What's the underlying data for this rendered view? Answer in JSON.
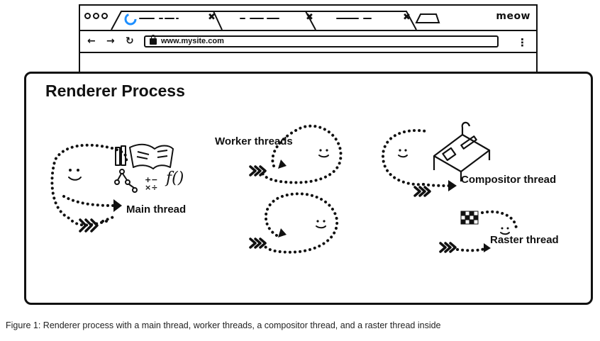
{
  "browser": {
    "brand": "meow",
    "url": "www.mysite.com"
  },
  "renderer": {
    "title": "Renderer Process",
    "threads": {
      "main": "Main thread",
      "worker": "Worker threads",
      "compositor": "Compositor thread",
      "raster": "Raster thread"
    }
  },
  "caption": "Figure 1: Renderer process with a main thread, worker threads, a compositor thread, and a raster thread inside"
}
